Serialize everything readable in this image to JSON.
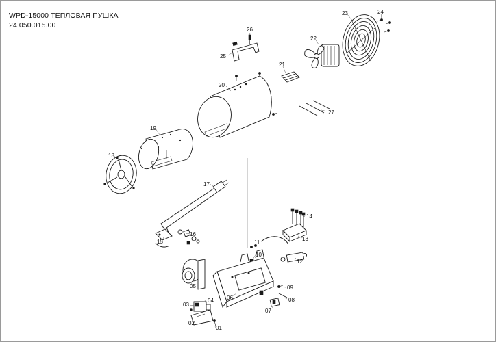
{
  "title": {
    "line1": "WPD-15000 ТЕПЛОВАЯ ПУШКА",
    "line2": "24.050.015.00"
  },
  "callouts": {
    "p01": "01",
    "p02": "02",
    "p03": "03",
    "p04": "04",
    "p05": "05",
    "p06": "06",
    "p07": "07",
    "p08": "08",
    "p09": "09",
    "p10": "10",
    "p11": "11",
    "p12": "12",
    "p13": "13",
    "p14": "14",
    "p15": "15",
    "p16": "16",
    "p17": "17",
    "p18": "18",
    "p19": "19",
    "p20": "20",
    "p21": "21",
    "p22": "22",
    "p23": "23",
    "p24": "24",
    "p25": "25",
    "p26": "26",
    "p27": "27"
  }
}
